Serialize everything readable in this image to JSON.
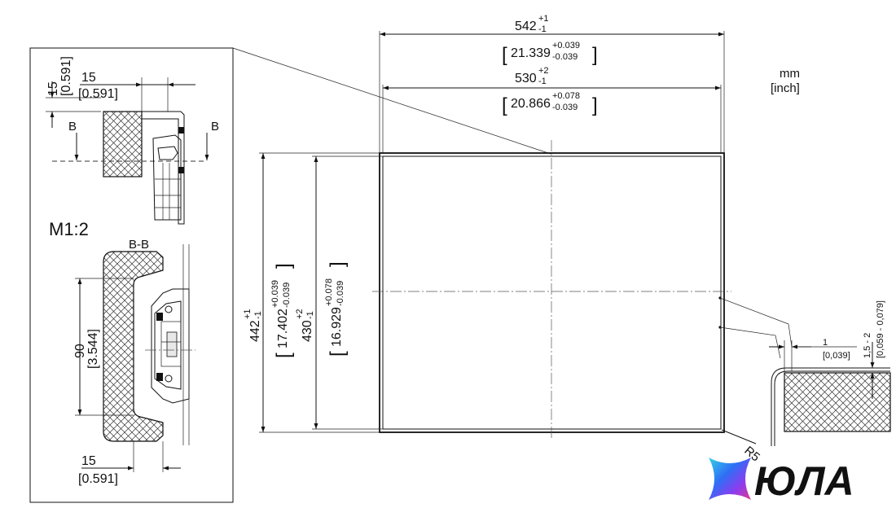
{
  "units": {
    "top": "mm",
    "bottom": "[inch]"
  },
  "scale": "M1:2",
  "section": {
    "cut_label": "B",
    "view_label": "B-B"
  },
  "dims": {
    "outer_width": {
      "base": "542",
      "sup": "+1",
      "sub": "-1"
    },
    "outer_width_in": {
      "base": "21.339",
      "sup": "+0.039",
      "sub": "-0.039"
    },
    "inner_width": {
      "base": "530",
      "sup": "+2",
      "sub": "-1"
    },
    "inner_width_in": {
      "base": "20.866",
      "sup": "+0.078",
      "sub": "-0.039"
    },
    "outer_height": {
      "base": "442",
      "sup": "+1",
      "sub": "-1"
    },
    "outer_height_in": {
      "base": "17.402",
      "sup": "+0.039",
      "sub": "-0.039"
    },
    "inner_height": {
      "base": "430",
      "sup": "+2",
      "sub": "-1"
    },
    "inner_height_in": {
      "base": "16.929",
      "sup": "+0.078",
      "sub": "-0.039"
    },
    "radius": "R5",
    "gap": "1",
    "gap_in": "[0,039]",
    "panel_thickness": "1,5 - 2",
    "panel_thickness_in": "[0,059 - 0,079]"
  },
  "detail": {
    "top_vert": "15",
    "top_vert_in": "[0.591]",
    "top_horiz": "15",
    "top_horiz_in": "[0.591]",
    "height": "90",
    "height_in": "[3.544]",
    "bottom": "15",
    "bottom_in": "[0.591]"
  },
  "logo": {
    "text": "ЮЛА",
    "colors": [
      "#35d2e6",
      "#2f6ef5",
      "#8a3df0",
      "#e0388f"
    ]
  }
}
